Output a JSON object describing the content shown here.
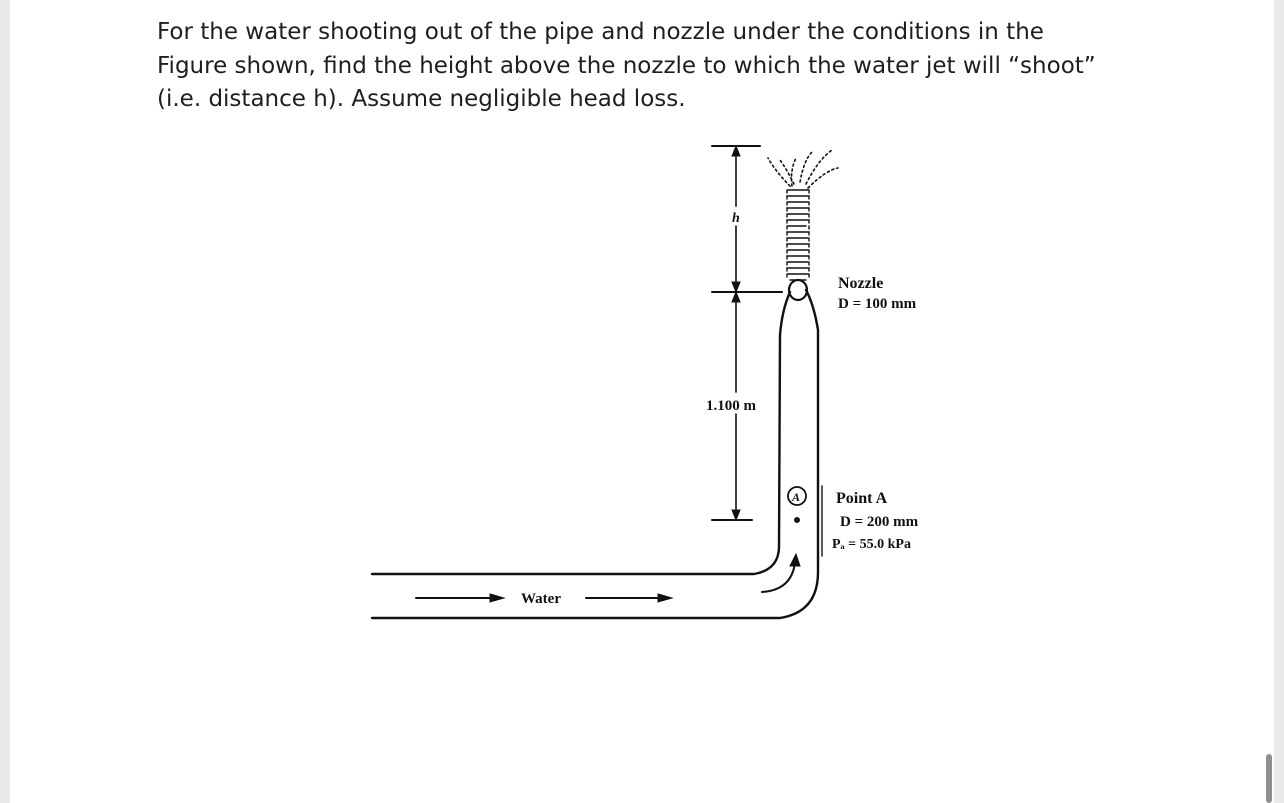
{
  "question": {
    "lines": [
      "For the water shooting out of the pipe and nozzle under the conditions in the",
      "Figure shown, find the height above the nozzle to which the water jet will “shoot”",
      "(i.e. distance h). Assume negligible head loss."
    ]
  },
  "figure": {
    "h_label": "h",
    "height_label": "1.100 m",
    "nozzle_title": "Nozzle",
    "nozzle_diameter": "D = 100 mm",
    "point_marker": "A",
    "point_title": "Point A",
    "point_diameter": "D = 200 mm",
    "point_pressure": "Pₐ = 55.0 kPa",
    "water_label": "Water"
  }
}
